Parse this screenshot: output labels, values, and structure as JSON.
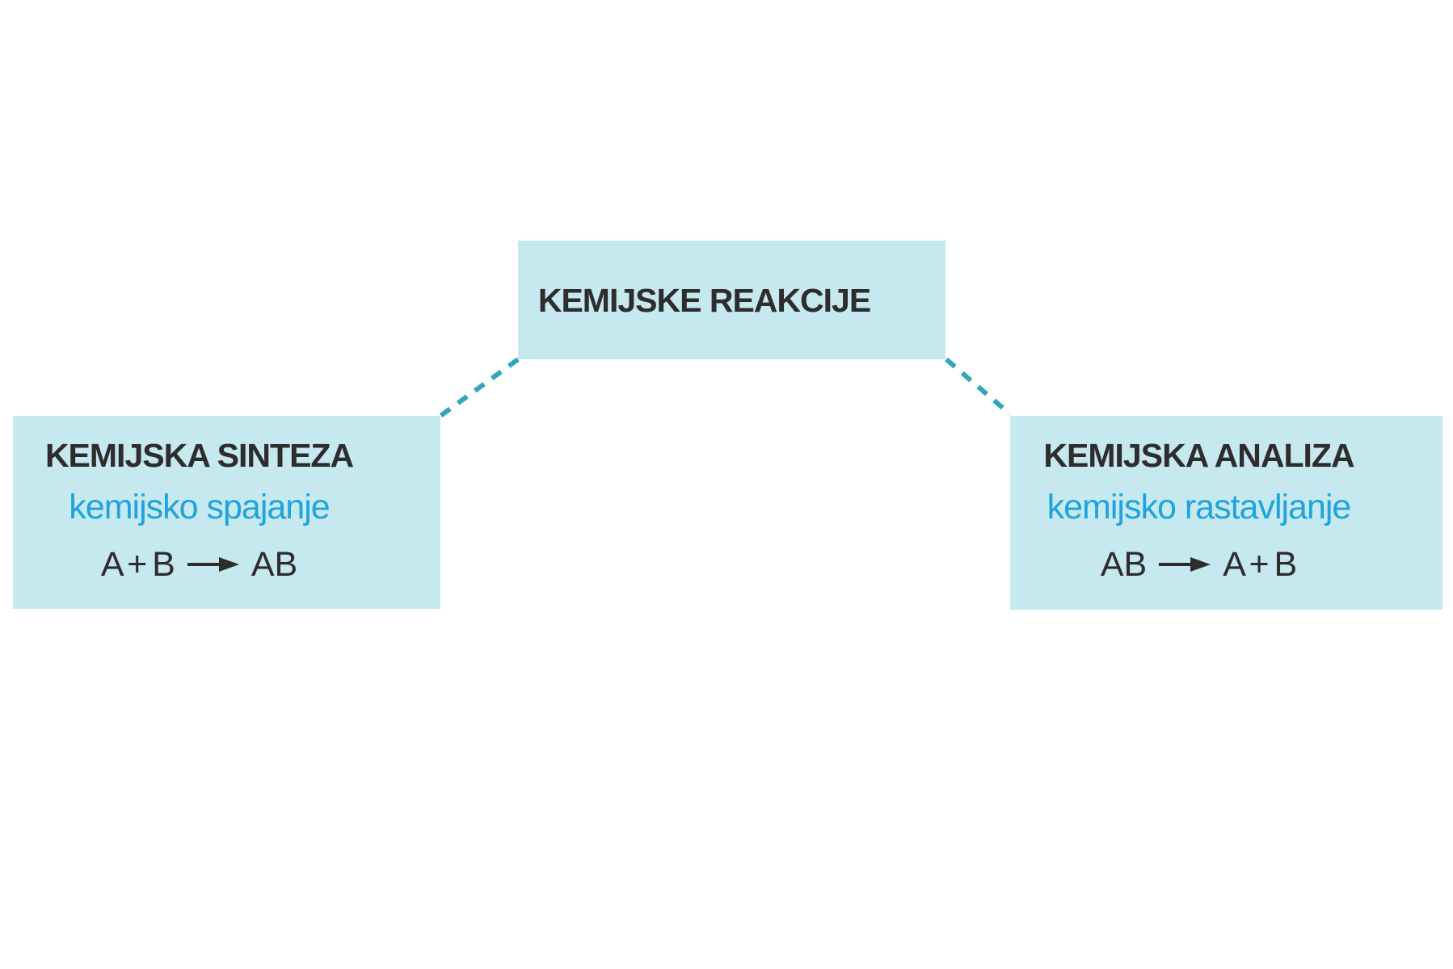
{
  "page": {
    "background": "#ffffff"
  },
  "colors": {
    "node_fill": "#c6e8ef",
    "heading_text": "#2e2c2d",
    "subtitle_text": "#1fa3de",
    "formula_text": "#2e2c2d",
    "connector_dash": "#32a6ba"
  },
  "icons": {
    "reaction_arrow": "right-arrow"
  },
  "nodes": {
    "root": {
      "title": "KEMIJSKE REAKCIJE"
    },
    "synthesis": {
      "title": "KEMIJSKA SINTEZA",
      "subtitle": "kemijsko spajanje",
      "formula": {
        "lhs": "A + B",
        "rhs": "AB"
      }
    },
    "analysis": {
      "title": "KEMIJSKA ANALIZA",
      "subtitle": "kemijsko rastavljanje",
      "formula": {
        "lhs": "AB",
        "rhs": "A + B"
      }
    }
  }
}
